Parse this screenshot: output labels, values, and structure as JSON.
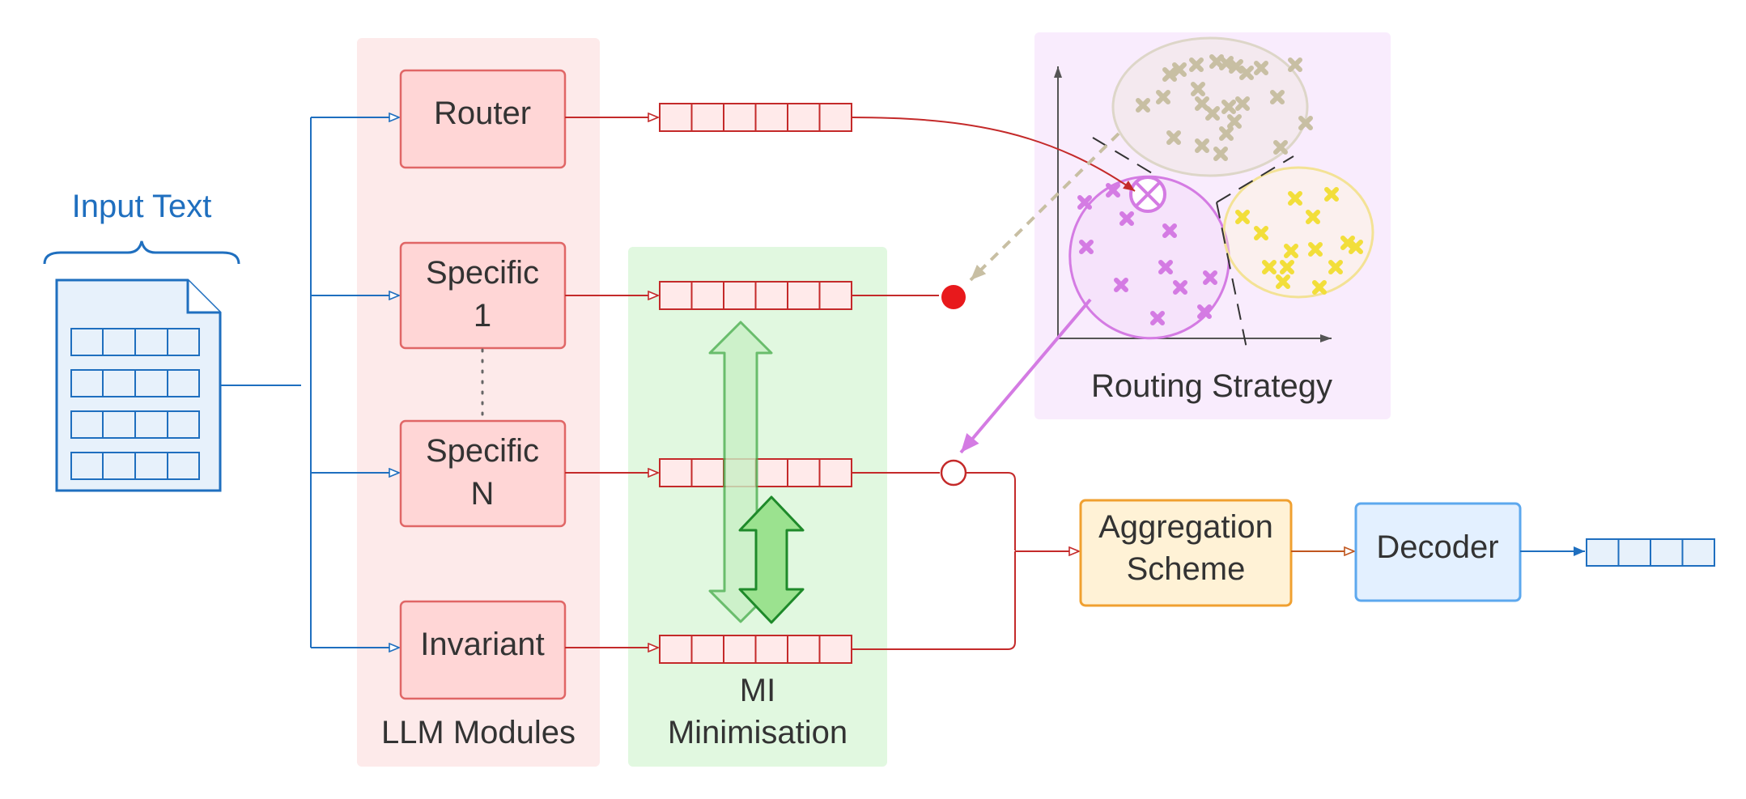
{
  "input": {
    "title": "Input Text"
  },
  "modules": {
    "panel_label": "LLM Modules",
    "router": "Router",
    "specific1_line1": "Specific",
    "specific1_line2": "1",
    "specificN_line1": "Specific",
    "specificN_line2": "N",
    "invariant": "Invariant"
  },
  "mi": {
    "line1": "MI",
    "line2": "Minimisation"
  },
  "routing": {
    "title": "Routing Strategy",
    "clusters": [
      {
        "name": "gray",
        "color": "#c8bfa3"
      },
      {
        "name": "purple",
        "color": "#d47be3"
      },
      {
        "name": "yellow",
        "color": "#f2de3a"
      }
    ]
  },
  "aggregation": {
    "line1": "Aggregation",
    "line2": "Scheme"
  },
  "decoder": {
    "label": "Decoder"
  },
  "colors": {
    "blue": "#1f6fbf",
    "red": "#c42a2a",
    "module_fill": "#ffd6d6",
    "module_stroke": "#e06666",
    "llm_panel": "#fdeaea",
    "mi_panel": "#e1f8e0",
    "routing_panel": "#f9ecfd",
    "agg_fill": "#fff2d6",
    "agg_stroke": "#f0a030",
    "decoder_fill": "#e3f0ff",
    "decoder_stroke": "#5da8ee"
  }
}
